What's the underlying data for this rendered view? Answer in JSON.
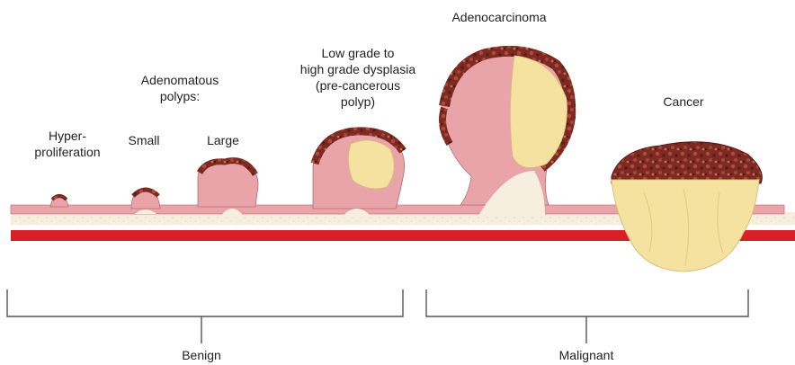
{
  "labels": {
    "hyperproliferation": "Hyper-\nproliferation",
    "adenomatous_polyps": "Adenomatous\npolyps:",
    "small": "Small",
    "large": "Large",
    "dysplasia": "Low grade to\nhigh grade dysplasia\n(pre-cancerous\npolyp)",
    "adenocarcinoma": "Adenocarcinoma",
    "cancer": "Cancer"
  },
  "groups": {
    "benign": "Benign",
    "malignant": "Malignant"
  },
  "colors": {
    "mucosa": "#e8a4a8",
    "mucosa_edge": "#c97b80",
    "submucosa": "#f6eedf",
    "muscle_band": "#d61f26",
    "tumor_core": "#f6e2a0",
    "necrotic": "#7a2a22",
    "bracket": "#555555"
  }
}
